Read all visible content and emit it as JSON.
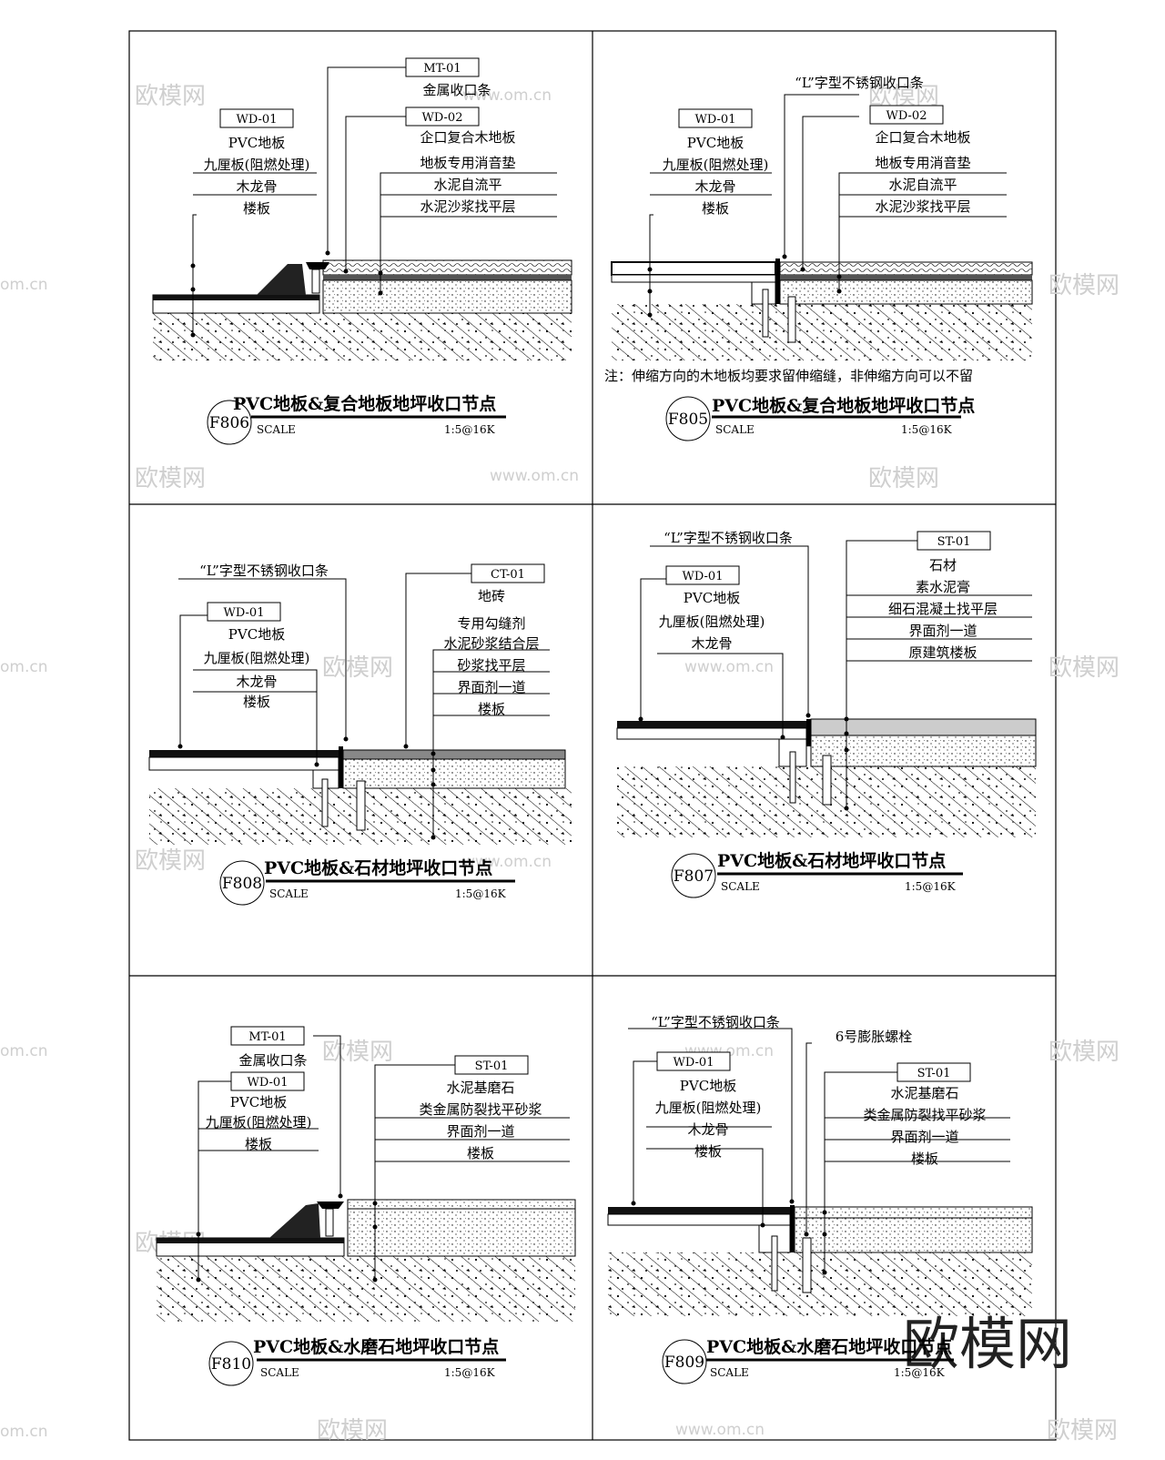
{
  "panels": [
    {
      "id": "f806",
      "code": "F806",
      "title": "PVC地板&复合地板地坪收口节点",
      "scale_label": "SCALE",
      "scale_value": "1:5@16K",
      "left_tag": "WD-01",
      "left_labels": [
        "PVC地板",
        "九厘板(阻燃处理)",
        "木龙骨",
        "楼板"
      ],
      "mid_tag": "MT-01",
      "mid_labels": [
        "金属收口条"
      ],
      "right_tag": "WD-02",
      "right_labels": [
        "企口复合木地板",
        "地板专用消音垫",
        "水泥自流平",
        "水泥沙浆找平层"
      ],
      "note": ""
    },
    {
      "id": "f805",
      "code": "F805",
      "title": "PVC地板&复合地板地坪收口节点",
      "scale_label": "SCALE",
      "scale_value": "1:5@16K",
      "left_tag": "WD-01",
      "left_labels": [
        "PVC地板",
        "九厘板(阻燃处理)",
        "木龙骨",
        "楼板"
      ],
      "mid_tag": "",
      "mid_labels": [
        "“L”字型不锈钢收口条"
      ],
      "right_tag": "WD-02",
      "right_labels": [
        "企口复合木地板",
        "地板专用消音垫",
        "水泥自流平",
        "水泥沙浆找平层"
      ],
      "note": "注：伸缩方向的木地板均要求留伸缩缝，非伸缩方向可以不留"
    },
    {
      "id": "f808",
      "code": "F808",
      "title": "PVC地板&石材地坪收口节点",
      "scale_label": "SCALE",
      "scale_value": "1:5@16K",
      "left_tag": "WD-01",
      "left_labels": [
        "PVC地板",
        "九厘板(阻燃处理)",
        "木龙骨",
        "楼板"
      ],
      "mid_tag": "",
      "mid_labels": [
        "“L”字型不锈钢收口条"
      ],
      "right_tag": "CT-01",
      "right_labels": [
        "地砖",
        "专用勾缝剂",
        "水泥砂浆结合层",
        "砂浆找平层",
        "界面剂一道",
        "楼板"
      ],
      "note": ""
    },
    {
      "id": "f807",
      "code": "F807",
      "title": "PVC地板&石材地坪收口节点",
      "scale_label": "SCALE",
      "scale_value": "1:5@16K",
      "left_tag": "WD-01",
      "left_labels": [
        "PVC地板",
        "九厘板(阻燃处理)",
        "木龙骨"
      ],
      "mid_tag": "",
      "mid_labels": [
        "“L”字型不锈钢收口条"
      ],
      "right_tag": "ST-01",
      "right_labels": [
        "石材",
        "素水泥膏",
        "细石混凝土找平层",
        "界面剂一道",
        "原建筑楼板"
      ],
      "note": ""
    },
    {
      "id": "f810",
      "code": "F810",
      "title": "PVC地板&水磨石地坪收口节点",
      "scale_label": "SCALE",
      "scale_value": "1:5@16K",
      "left_tag": "WD-01",
      "left_labels": [
        "PVC地板",
        "九厘板(阻燃处理)",
        "楼板"
      ],
      "mid_tag": "MT-01",
      "mid_labels": [
        "金属收口条"
      ],
      "right_tag": "ST-01",
      "right_labels": [
        "水泥基磨石",
        "类金属防裂找平砂浆",
        "界面剂一道",
        "楼板"
      ],
      "note": ""
    },
    {
      "id": "f809",
      "code": "F809",
      "title": "PVC地板&水磨石地坪收口节点",
      "scale_label": "SCALE",
      "scale_value": "1:5@16K",
      "left_tag": "WD-01",
      "left_labels": [
        "PVC地板",
        "九厘板(阻燃处理)",
        "木龙骨",
        "楼板"
      ],
      "mid_tag": "",
      "mid_labels": [
        "“L”字型不锈钢收口条",
        "6号膨胀螺栓"
      ],
      "right_tag": "ST-01",
      "right_labels": [
        "水泥基磨石",
        "类金属防裂找平砂浆",
        "界面剂一道",
        "楼板"
      ],
      "note": ""
    }
  ],
  "watermarks": {
    "brand": "欧模网",
    "url": "www.om.cn",
    "domain": "om.cn"
  }
}
